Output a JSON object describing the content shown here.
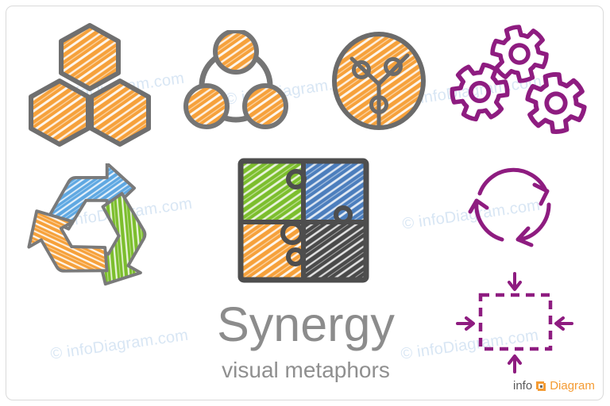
{
  "slide": {
    "title": "Synergy",
    "subtitle": "visual metaphors"
  },
  "watermark": {
    "text": "© infoDiagram.com"
  },
  "brand": {
    "name_prefix": "info",
    "name_suffix": "Diagram"
  },
  "colors": {
    "orange": "#F6A13B",
    "green": "#7CBE2D",
    "blue": "#5FA8E2",
    "steel_blue": "#4C7EBD",
    "dark_gray": "#4A4A4A",
    "outline_gray": "#6F6F6F",
    "purple": "#8E1C80",
    "title_gray": "#8C8C8C",
    "watermark_blue": "#C7DCF2",
    "logo_orange": "#F49B33",
    "border_gray": "#DADADA"
  },
  "icons": [
    {
      "name": "hexagon-cluster-icon"
    },
    {
      "name": "connected-circles-icon"
    },
    {
      "name": "puzzle-sphere-icon"
    },
    {
      "name": "gears-icon"
    },
    {
      "name": "recycle-arrows-icon"
    },
    {
      "name": "puzzle-square-icon"
    },
    {
      "name": "cycle-arrows-icon"
    },
    {
      "name": "converging-arrows-icon"
    }
  ]
}
